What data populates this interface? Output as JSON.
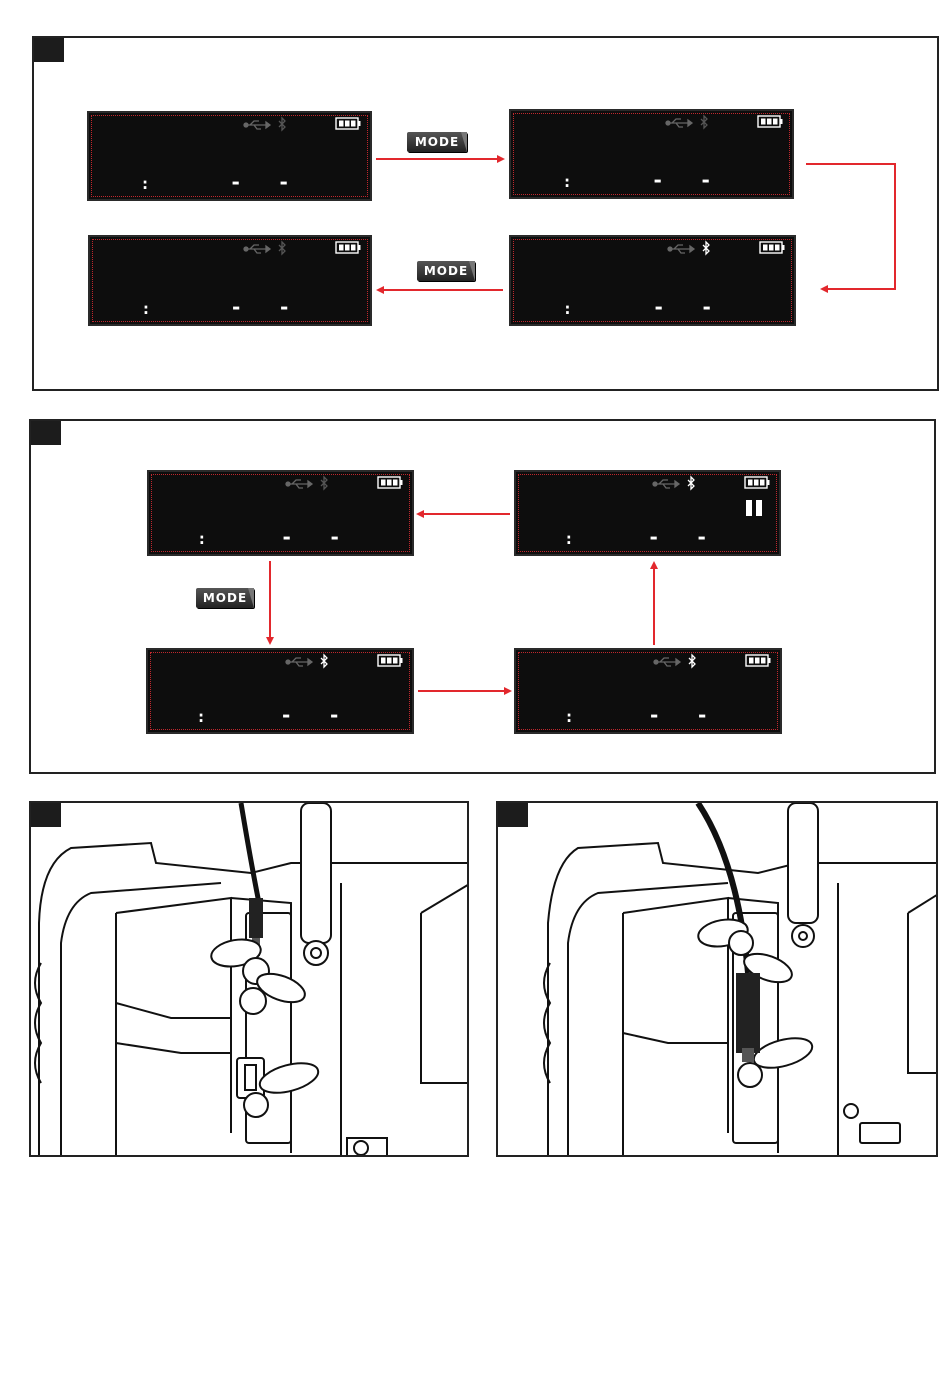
{
  "diagram": {
    "accent_color": "#e2282d",
    "lcd_background": "#0d0d0d",
    "mode_button": {
      "label": "MODE"
    },
    "panels": [
      {
        "screens": [
          {
            "usb_icon": "usb-icon",
            "bluetooth_icon": "bluetooth-icon",
            "bluetooth_active": false,
            "battery_icon": "battery-icon",
            "time_separator": ":",
            "dashes": [
              "-",
              "-"
            ]
          },
          {
            "usb_icon": "usb-icon",
            "bluetooth_icon": "bluetooth-icon",
            "bluetooth_active": false,
            "battery_icon": "battery-icon",
            "time_separator": ":",
            "dashes": [
              "-",
              "-"
            ]
          },
          {
            "usb_icon": "usb-icon",
            "bluetooth_icon": "bluetooth-icon",
            "bluetooth_active": true,
            "battery_icon": "battery-icon",
            "time_separator": ":",
            "dashes": [
              "-",
              "-"
            ]
          },
          {
            "usb_icon": "usb-icon",
            "bluetooth_icon": "bluetooth-icon",
            "bluetooth_active": false,
            "battery_icon": "battery-icon",
            "time_separator": ":",
            "dashes": [
              "-",
              "-"
            ]
          }
        ]
      },
      {
        "screens": [
          {
            "usb_icon": "usb-icon",
            "bluetooth_icon": "bluetooth-icon",
            "bluetooth_active": false,
            "battery_icon": "battery-icon",
            "time_separator": ":",
            "dashes": [
              "-",
              "-"
            ]
          },
          {
            "usb_icon": "usb-icon",
            "bluetooth_icon": "bluetooth-icon",
            "bluetooth_active": true,
            "battery_icon": "battery-icon",
            "pause_icon": "pause-icon",
            "time_separator": ":",
            "dashes": [
              "-",
              "-"
            ]
          },
          {
            "usb_icon": "usb-icon",
            "bluetooth_icon": "bluetooth-icon",
            "bluetooth_active": true,
            "battery_icon": "battery-icon",
            "time_separator": ":",
            "dashes": [
              "-",
              "-"
            ]
          },
          {
            "usb_icon": "usb-icon",
            "bluetooth_icon": "bluetooth-icon",
            "bluetooth_active": true,
            "battery_icon": "battery-icon",
            "time_separator": ":",
            "dashes": [
              "-",
              "-"
            ]
          }
        ]
      }
    ],
    "illustrations": [
      {
        "subject": "aux-cable-plugged-into-port"
      },
      {
        "subject": "usb-cable-plugged-into-port"
      }
    ]
  }
}
